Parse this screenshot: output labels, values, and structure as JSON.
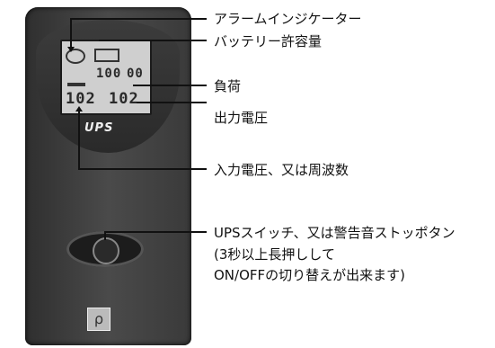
{
  "labels": {
    "alarm": "アラームインジケーター",
    "battery": "バッテリー許容量",
    "load": "負荷",
    "output_voltage": "出力電圧",
    "input_voltage": "入力電圧、又は周波数",
    "switch_line1": "UPSスイッチ、又は警告音ストッポタン",
    "switch_line2": "(3秒以上長押しして",
    "switch_line3": "ON/OFFの切り替えが出来ます)"
  },
  "device": {
    "brand": "UPS",
    "lcd_load": "100",
    "lcd_right_top": "00",
    "lcd_input": "102",
    "lcd_output": "102"
  }
}
